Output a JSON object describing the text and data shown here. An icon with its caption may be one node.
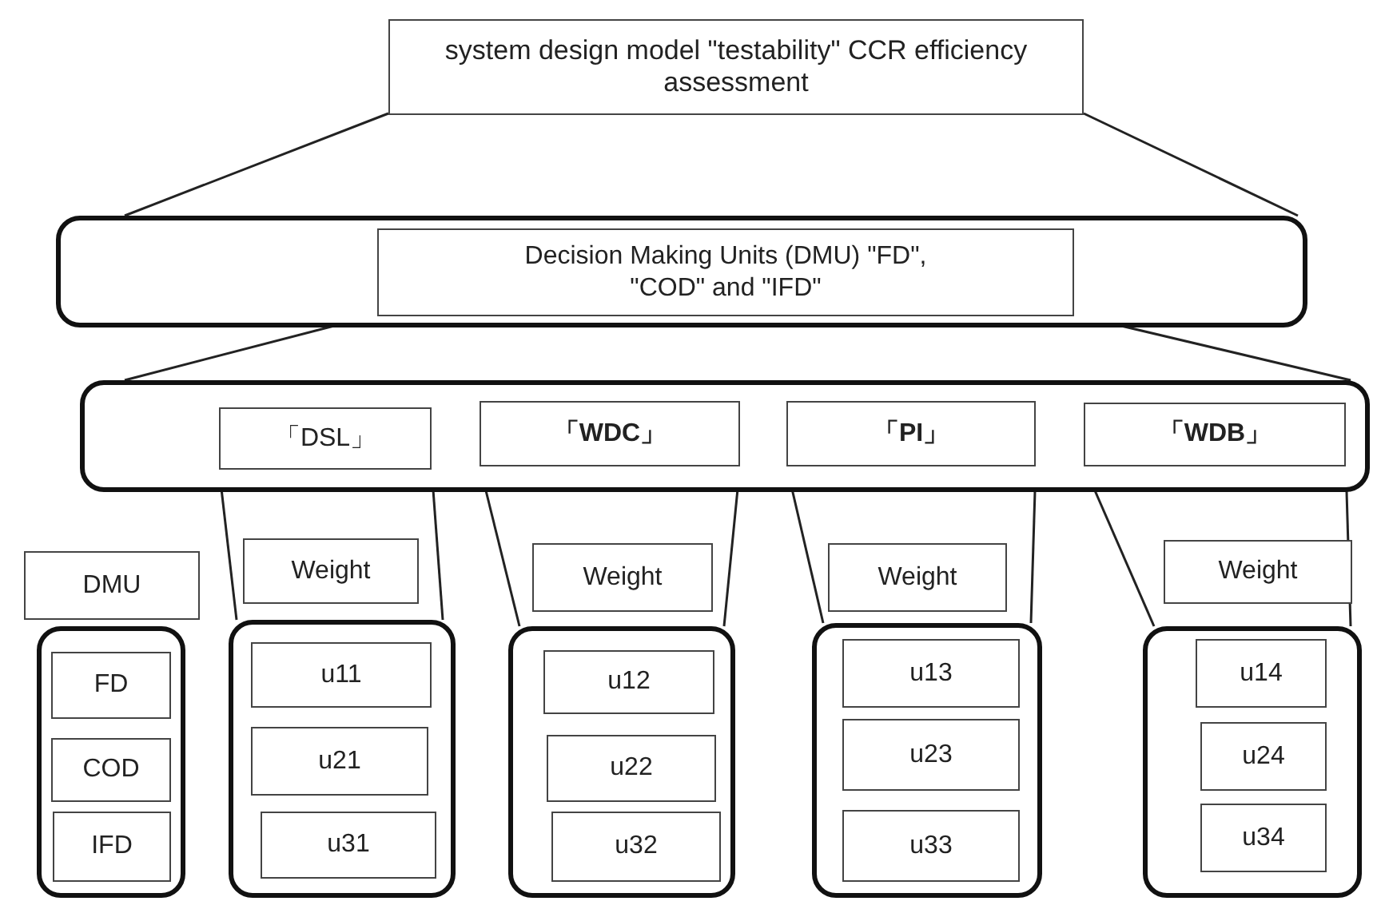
{
  "diagram": {
    "nodes": [
      {
        "text": [
          "system design model \"testability\" CCR efficiency assessment"
        ]
      },
      {
        "text": [],
        "shape": "box"
      },
      {
        "text": [
          "Decision Making Units (DMU) \"FD\", \"COD\" and \"IFD\""
        ],
        "in": 1
      },
      {
        "text": [],
        "shape": "box"
      },
      {
        "text": [
          "「DSL」"
        ],
        "in": 3
      },
      {
        "text": [
          "「WDC」"
        ],
        "in": 3
      },
      {
        "text": [
          "「PI」"
        ],
        "in": 3
      },
      {
        "text": [
          "「WDB」"
        ],
        "in": 3
      },
      {
        "text": [
          "DMU"
        ]
      },
      {
        "text": [],
        "shape": "box"
      },
      {
        "text": [
          "FD"
        ],
        "in": 9
      },
      {
        "text": [
          "COD"
        ],
        "in": 9
      },
      {
        "text": [
          "IFD"
        ],
        "in": 9
      },
      {
        "text": [
          "Weight"
        ]
      },
      {
        "text": [],
        "shape": "box"
      },
      {
        "text": [
          "u11"
        ],
        "in": 14
      },
      {
        "text": [
          "u21"
        ],
        "in": 14
      },
      {
        "text": [
          "u31"
        ],
        "in": 14
      },
      {
        "text": [
          "Weight"
        ]
      },
      {
        "text": [],
        "shape": "box"
      },
      {
        "text": [
          "u12"
        ],
        "in": 19
      },
      {
        "text": [
          "u22"
        ],
        "in": 19
      },
      {
        "text": [
          "u32"
        ],
        "in": 19
      },
      {
        "text": [
          "Weight"
        ]
      },
      {
        "text": [],
        "shape": "box"
      },
      {
        "text": [
          "u13"
        ],
        "in": 24
      },
      {
        "text": [
          "u23"
        ],
        "in": 24
      },
      {
        "text": [
          "u33"
        ],
        "in": 24
      },
      {
        "text": [
          "Weight"
        ]
      },
      {
        "text": [],
        "shape": "box"
      },
      {
        "text": [
          "u14"
        ],
        "in": 29
      },
      {
        "text": [
          "u24"
        ],
        "in": 29
      },
      {
        "text": [
          "u34"
        ],
        "in": 29
      }
    ],
    "edges": [
      {
        "from": 0,
        "to": 1,
        "arrow": "none"
      },
      {
        "from": 0,
        "to": 1,
        "arrow": "none"
      },
      {
        "from": 2,
        "to": 3,
        "arrow": "none"
      },
      {
        "from": 2,
        "to": 3,
        "arrow": "none"
      },
      {
        "from": 4,
        "to": 14,
        "arrow": "none"
      },
      {
        "from": 4,
        "to": 14,
        "arrow": "none"
      },
      {
        "from": 5,
        "to": 19,
        "arrow": "none"
      },
      {
        "from": 5,
        "to": 19,
        "arrow": "none"
      },
      {
        "from": 6,
        "to": 24,
        "arrow": "none"
      },
      {
        "from": 6,
        "to": 24,
        "arrow": "none"
      },
      {
        "from": 7,
        "to": 29,
        "arrow": "none"
      },
      {
        "from": 7,
        "to": 29,
        "arrow": "none"
      }
    ]
  }
}
